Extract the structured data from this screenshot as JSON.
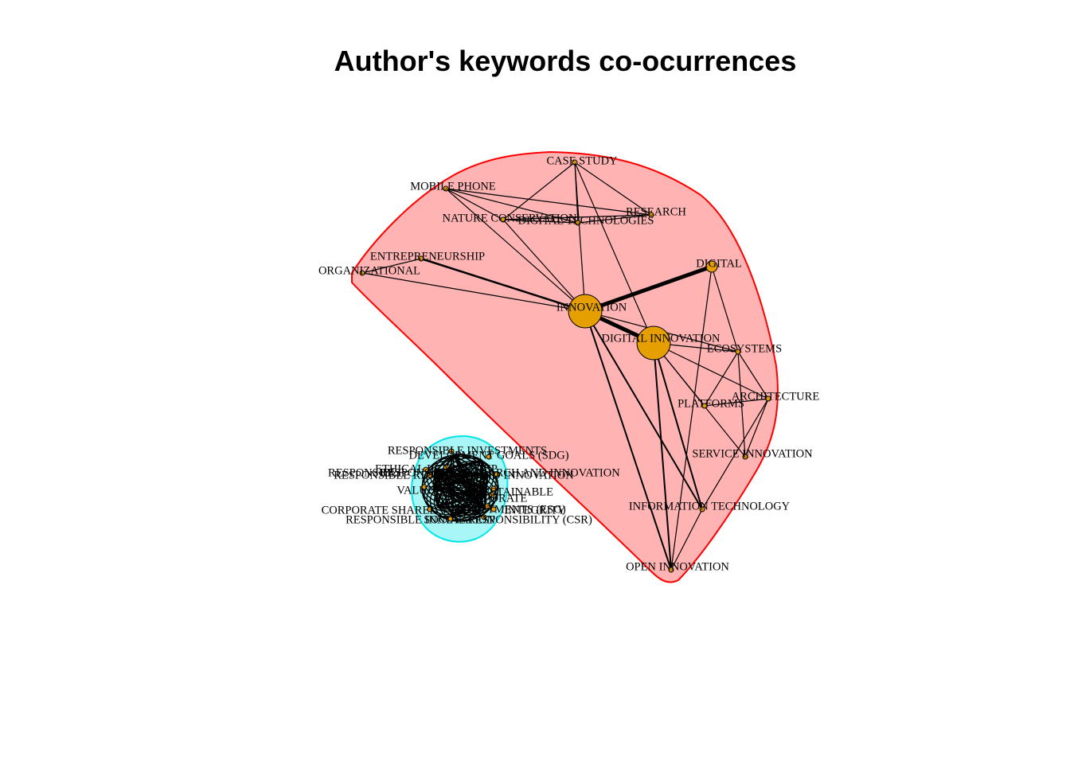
{
  "title": "Author's keywords co-ocurrences",
  "colors": {
    "cluster1_fill": "#ffb3b3",
    "cluster1_stroke": "#ff0000",
    "cluster2_fill": "#a8f6f6",
    "cluster2_stroke": "#00e5e5",
    "node_fill": "#e69f00",
    "edge": "#000000"
  },
  "clusters": [
    {
      "name": "cluster-1",
      "color": "red",
      "nodes": [
        {
          "id": "innovation",
          "label": "INNOVATION",
          "size": "large"
        },
        {
          "id": "digital-innovation",
          "label": "DIGITAL INNOVATION",
          "size": "large"
        },
        {
          "id": "digital",
          "label": "DIGITAL",
          "size": "medium"
        },
        {
          "id": "open-innovation",
          "label": "OPEN INNOVATION",
          "size": "small"
        },
        {
          "id": "case-study",
          "label": "CASE STUDY",
          "size": "small"
        },
        {
          "id": "mobile-phone",
          "label": "MOBILE PHONE",
          "size": "small"
        },
        {
          "id": "nature-conservation",
          "label": "NATURE CONSERVATION",
          "size": "small"
        },
        {
          "id": "digital-technologies",
          "label": "DIGITAL TECHNOLOGIES",
          "size": "small"
        },
        {
          "id": "research",
          "label": "RESEARCH",
          "size": "small"
        },
        {
          "id": "entrepreneurship",
          "label": "ENTREPRENEURSHIP",
          "size": "small"
        },
        {
          "id": "organizational",
          "label": "ORGANIZATIONAL",
          "size": "small"
        },
        {
          "id": "ecosystems",
          "label": "ECOSYSTEMS",
          "size": "small"
        },
        {
          "id": "architecture",
          "label": "ARCHITECTURE",
          "size": "small"
        },
        {
          "id": "platforms",
          "label": "PLATFORMS",
          "size": "small"
        },
        {
          "id": "service-innovation",
          "label": "SERVICE INNOVATION",
          "size": "small"
        },
        {
          "id": "information-technology",
          "label": "INFORMATION TECHNOLOGY",
          "size": "small"
        }
      ]
    },
    {
      "name": "cluster-2",
      "color": "cyan",
      "nodes": [
        {
          "id": "responsible-investments",
          "label": "RESPONSIBLE INVESTMENTS",
          "size": "small"
        },
        {
          "id": "development-goals-sdg",
          "label": "DEVELOPMENT GOALS (SDG)",
          "size": "small"
        },
        {
          "id": "responsible-research",
          "label": "RESPONSIBLE RESEARCH AND INNOVATION",
          "size": "small"
        },
        {
          "id": "responsible-research-2",
          "label": "RESPONSIBLE RESEARCH AND INNOVATION",
          "size": "small"
        },
        {
          "id": "ethical-leadership",
          "label": "ETHICAL LEADERSHIP",
          "size": "small"
        },
        {
          "id": "responsible",
          "label": "RESPONSIBLE",
          "size": "small"
        },
        {
          "id": "value",
          "label": "VALUE",
          "size": "small"
        },
        {
          "id": "sustainable",
          "label": "SUSTAINABLE",
          "size": "small"
        },
        {
          "id": "corporate",
          "label": "CORPORATE",
          "size": "small"
        },
        {
          "id": "corporate-shared-value",
          "label": "CORPORATE SHARED VALUE",
          "size": "small"
        },
        {
          "id": "investments-esg",
          "label": "INVESTMENTS (ESG)",
          "size": "small"
        },
        {
          "id": "integrity",
          "label": "INTEGRITY",
          "size": "small"
        },
        {
          "id": "responsible-innovation",
          "label": "RESPONSIBLE INNOVATION",
          "size": "small"
        },
        {
          "id": "csr",
          "label": "SOCIAL RESPONSIBILITY (CSR)",
          "size": "small"
        }
      ]
    }
  ],
  "edges": [
    [
      "innovation",
      "digital"
    ],
    [
      "innovation",
      "digital-innovation"
    ],
    [
      "innovation",
      "open-innovation"
    ],
    [
      "innovation",
      "case-study"
    ],
    [
      "innovation",
      "mobile-phone"
    ],
    [
      "innovation",
      "nature-conservation"
    ],
    [
      "innovation",
      "entrepreneurship"
    ],
    [
      "innovation",
      "organizational"
    ],
    [
      "innovation",
      "information-technology"
    ],
    [
      "innovation",
      "ecosystems"
    ],
    [
      "digital-innovation",
      "open-innovation"
    ],
    [
      "digital-innovation",
      "information-technology"
    ],
    [
      "digital-innovation",
      "ecosystems"
    ],
    [
      "digital-innovation",
      "platforms"
    ],
    [
      "digital-innovation",
      "architecture"
    ],
    [
      "digital-innovation",
      "service-innovation"
    ],
    [
      "digital-innovation",
      "case-study"
    ],
    [
      "digital",
      "ecosystems"
    ],
    [
      "digital",
      "open-innovation"
    ],
    [
      "mobile-phone",
      "digital-technologies"
    ],
    [
      "mobile-phone",
      "nature-conservation"
    ],
    [
      "mobile-phone",
      "research"
    ],
    [
      "nature-conservation",
      "digital-technologies"
    ],
    [
      "nature-conservation",
      "research"
    ],
    [
      "digital-technologies",
      "research"
    ],
    [
      "case-study",
      "digital-technologies"
    ],
    [
      "case-study",
      "nature-conservation"
    ],
    [
      "case-study",
      "research"
    ],
    [
      "entrepreneurship",
      "organizational"
    ],
    [
      "ecosystems",
      "architecture"
    ],
    [
      "ecosystems",
      "platforms"
    ],
    [
      "ecosystems",
      "service-innovation"
    ],
    [
      "platforms",
      "architecture"
    ],
    [
      "architecture",
      "service-innovation"
    ],
    [
      "information-technology",
      "open-innovation"
    ],
    [
      "architecture",
      "information-technology"
    ]
  ]
}
